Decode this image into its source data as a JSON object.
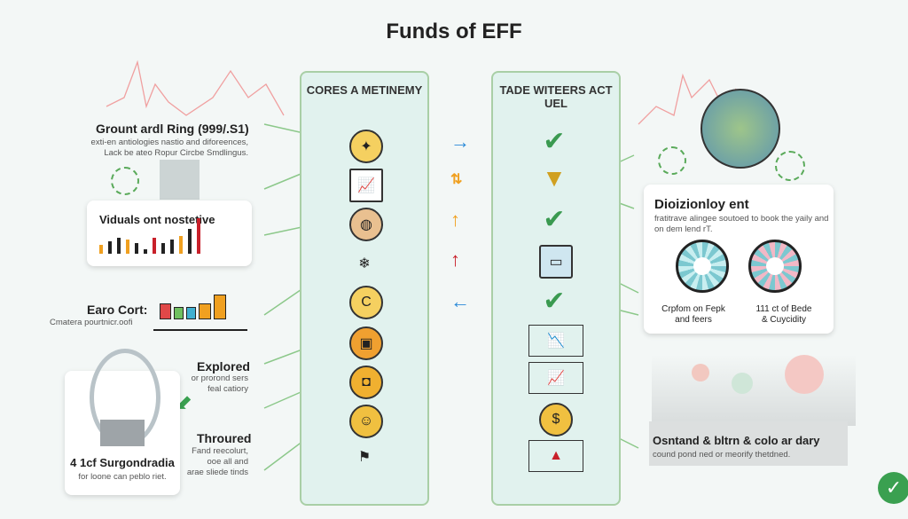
{
  "title": "Funds of EFF",
  "left_panel": {
    "header": "CORES A METINEMY"
  },
  "right_panel": {
    "header": "TADE WITEERS ACT UEL"
  },
  "left_items": [
    {
      "title": "Grount ardl Ring (999/.S1)",
      "desc1": "exti-en antiologies nastio and diforeences,",
      "desc2": "Lack be ateo Ropur Circbe Smdlingus."
    },
    {
      "title": "Viduals ont nostetive"
    },
    {
      "title": "Earo Cort:",
      "desc1": "Cmatera pourtnicr.oofi"
    },
    {
      "title": "Explored",
      "desc1": "or prorond sers",
      "desc2": "feal catiory"
    },
    {
      "title": "Throured",
      "desc1": "Fand reecolurt,",
      "desc2": "ooe all and",
      "desc3": "arae sliede tinds"
    },
    {
      "title": "4 1cf Surgondradia",
      "desc1": "for loone can peblo riet."
    }
  ],
  "right_card": {
    "title": "Dioizionloy ent",
    "desc1": "fratitrave alingee soutoed to book the yaily and",
    "desc2": "on dem lend rT.",
    "item1a": "Crpfom on Fepk",
    "item1b": "and feers",
    "item2a": "111 ct of Bede",
    "item2b": "& Cuycidity"
  },
  "bottom_right": {
    "title": "Osntand & bltrn & colo ar dary",
    "desc": "cound pond ned or meorify thetdned."
  },
  "colors": {
    "accent_green": "#5aaa5a",
    "panel": "#e1f2ee",
    "blue": "#2a8ad8",
    "orange": "#f0a020",
    "red": "#c8202a"
  }
}
